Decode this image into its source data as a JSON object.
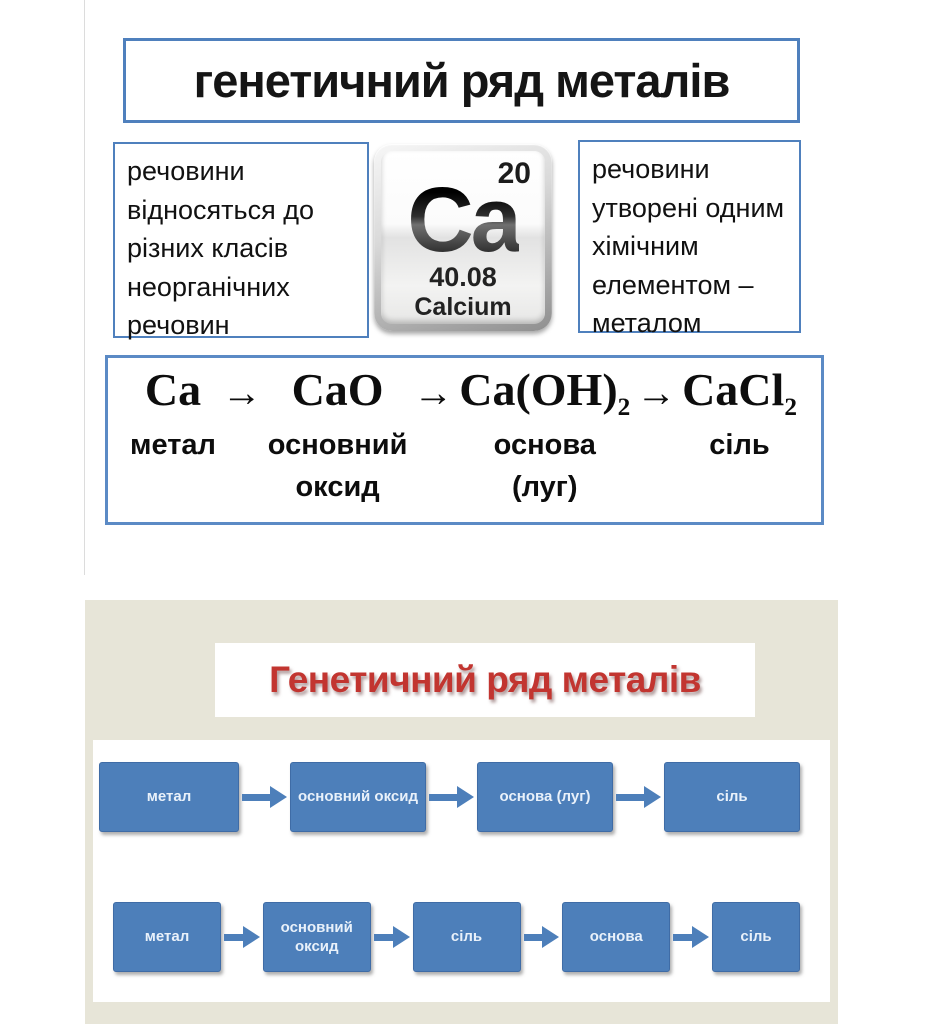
{
  "top_section": {
    "title": "генетичний ряд металів",
    "left_definition": "речовини\nвідносяться до\nрізних класів\nнеорганічних\nречовин",
    "right_definition": "речовини\nутворені одним\nхімічним\nелементом –\nметалом",
    "element_card": {
      "atomic_number": "20",
      "symbol": "Ca",
      "atomic_mass": "40.08",
      "name": "Calcium"
    },
    "equation": {
      "arrow": "→",
      "steps": [
        {
          "base": "Ca",
          "sub": "",
          "label": "метал"
        },
        {
          "base": "CaO",
          "sub": "",
          "label": "основний\nоксид"
        },
        {
          "base": "Ca(OH)",
          "sub": "2",
          "label": "основа\n(луг)"
        },
        {
          "base": "CaCl",
          "sub": "2",
          "label": "сіль"
        }
      ]
    }
  },
  "slide": {
    "title": "Генетичний ряд металів",
    "row1": [
      "метал",
      "основний оксид",
      "основа (луг)",
      "сіль"
    ],
    "row2": [
      "метал",
      "основний оксид",
      "сіль",
      "основа",
      "сіль"
    ],
    "colors": {
      "box_border_blue": "#4f80bd",
      "equation_border_blue": "#5b8ac5",
      "flow_box_fill": "#4d7fba",
      "flow_box_border": "#3f6ca6",
      "slide_background": "#e7e5d8",
      "title_red": "#c23530"
    }
  }
}
